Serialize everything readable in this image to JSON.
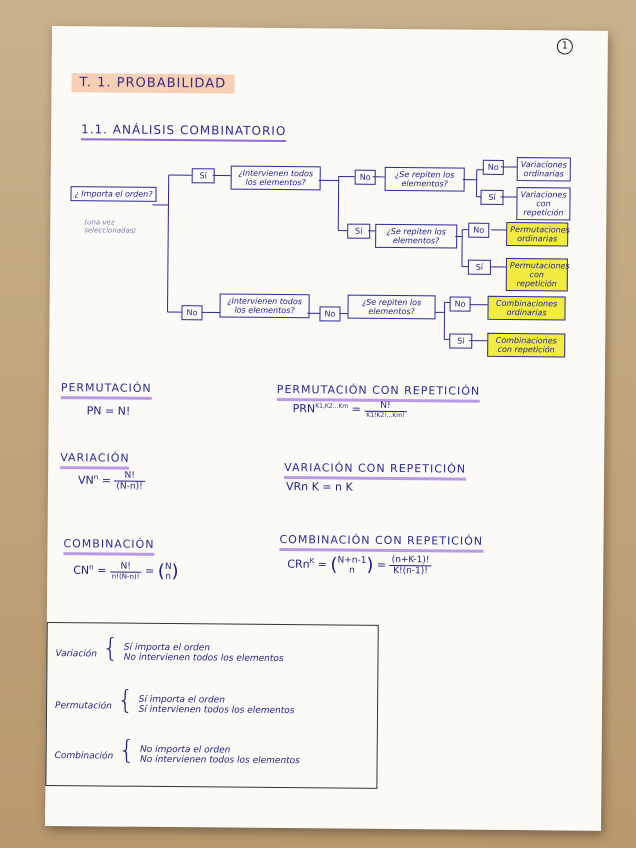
{
  "page_number": "1",
  "title": "T. 1. PROBABILIDAD",
  "subtitle": "1.1. ANÁLISIS COMBINATORIO",
  "tree": {
    "root": "¿ Importa el orden?",
    "root_note": "(una vez seleccionadas)",
    "si": "Sí",
    "no": "No",
    "q_todos": "¿Intervienen todos los elementos?",
    "q_repiten": "¿Se repiten los elementos?",
    "results": {
      "variaciones_ordinarias": "Variaciones ordinarias",
      "variaciones_con_repeticion": "Variaciones con repetición",
      "permutaciones_ordinarias": "Permutaciones ordinarias",
      "permutaciones_con_repeticion": "Permutaciones con repetición",
      "combinaciones_ordinarias": "Combinaciones ordinarias",
      "combinaciones_con_repeticion": "Combinaciones con repetición"
    }
  },
  "sections": {
    "permutacion": {
      "title": "PERMUTACIÓN",
      "formula": "PN = N!"
    },
    "permutacion_rep": {
      "title": "PERMUTACIÓN CON REPETICIÓN",
      "lhs": "PRN",
      "sup": "K1,K2...Km",
      "num": "N!",
      "den": "K1!K2!...Km!"
    },
    "variacion": {
      "title": "VARIACIÓN",
      "lhs": "VN",
      "sup": "n",
      "num": "N!",
      "den": "(N-n)!"
    },
    "variacion_rep": {
      "title": "VARIACIÓN CON REPETICIÓN",
      "formula": "VRn K = n K"
    },
    "combinacion": {
      "title": "COMBINACIÓN",
      "lhs": "CN",
      "sup": "n",
      "num": "N!",
      "den": "n!(N-n)!",
      "binom_top": "N",
      "binom_bot": "n"
    },
    "combinacion_rep": {
      "title": "COMBINACIÓN CON REPETICIÓN",
      "lhs": "CRn",
      "sup": "K",
      "binom_top": "N+n-1",
      "binom_bot": "n",
      "num": "(n+K-1)!",
      "den": "K!(n-1)!"
    }
  },
  "summary": [
    {
      "label": "Variación",
      "items": [
        "Sí importa el orden",
        "No intervienen todos los elementos"
      ]
    },
    {
      "label": "Permutación",
      "items": [
        "Sí importa el orden",
        "Sí intervienen todos los elementos"
      ]
    },
    {
      "label": "Combinación",
      "items": [
        "No importa el orden",
        "No intervienen todos los elementos"
      ]
    }
  ],
  "colors": {
    "ink": "#23238f",
    "highlight_yellow": "#f2ec3e",
    "title_bg": "#f6cfb4",
    "underline": "#b89ae6"
  }
}
